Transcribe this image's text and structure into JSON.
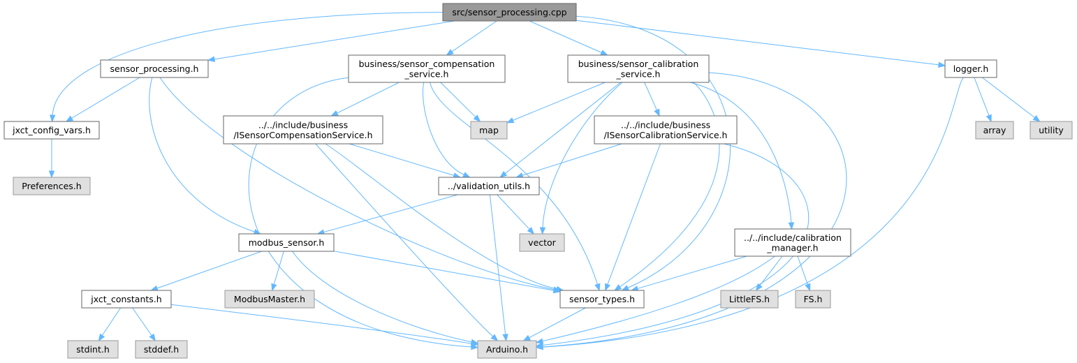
{
  "colors": {
    "root_fill": "#999999",
    "root_stroke": "#666666",
    "file_fill": "#ffffff",
    "file_stroke": "#666666",
    "system_fill": "#e0e0e0",
    "system_stroke": "#999999",
    "edge": "#63b8ff"
  },
  "nodes": [
    {
      "id": "root",
      "kind": "root",
      "lines": [
        "src/sensor_processing.cpp"
      ]
    },
    {
      "id": "sensor_processing_h",
      "kind": "file",
      "lines": [
        "sensor_processing.h"
      ]
    },
    {
      "id": "comp_service",
      "kind": "file",
      "lines": [
        "business/sensor_compensation",
        "_service.h"
      ]
    },
    {
      "id": "calib_service",
      "kind": "file",
      "lines": [
        "business/sensor_calibration",
        "_service.h"
      ]
    },
    {
      "id": "logger",
      "kind": "file",
      "lines": [
        "logger.h"
      ]
    },
    {
      "id": "config_vars",
      "kind": "file",
      "lines": [
        "jxct_config_vars.h"
      ]
    },
    {
      "id": "preferences",
      "kind": "system",
      "lines": [
        "Preferences.h"
      ]
    },
    {
      "id": "i_comp",
      "kind": "file",
      "lines": [
        "../../include/business",
        "/ISensorCompensationService.h"
      ]
    },
    {
      "id": "map",
      "kind": "system",
      "lines": [
        "map"
      ]
    },
    {
      "id": "i_calib",
      "kind": "file",
      "lines": [
        "../../include/business",
        "/ISensorCalibrationService.h"
      ]
    },
    {
      "id": "array",
      "kind": "system",
      "lines": [
        "array"
      ]
    },
    {
      "id": "utility",
      "kind": "system",
      "lines": [
        "utility"
      ]
    },
    {
      "id": "validation",
      "kind": "file",
      "lines": [
        "../validation_utils.h"
      ]
    },
    {
      "id": "modbus_sensor",
      "kind": "file",
      "lines": [
        "modbus_sensor.h"
      ]
    },
    {
      "id": "vector",
      "kind": "system",
      "lines": [
        "vector"
      ]
    },
    {
      "id": "calib_manager",
      "kind": "file",
      "lines": [
        "../../include/calibration",
        "_manager.h"
      ]
    },
    {
      "id": "constants",
      "kind": "file",
      "lines": [
        "jxct_constants.h"
      ]
    },
    {
      "id": "modbusmaster",
      "kind": "system",
      "lines": [
        "ModbusMaster.h"
      ]
    },
    {
      "id": "sensor_types",
      "kind": "file",
      "lines": [
        "sensor_types.h"
      ]
    },
    {
      "id": "littlefs",
      "kind": "system",
      "lines": [
        "LittleFS.h"
      ]
    },
    {
      "id": "fs",
      "kind": "system",
      "lines": [
        "FS.h"
      ]
    },
    {
      "id": "stdint",
      "kind": "system",
      "lines": [
        "stdint.h"
      ]
    },
    {
      "id": "stddef",
      "kind": "system",
      "lines": [
        "stddef.h"
      ]
    },
    {
      "id": "arduino",
      "kind": "system",
      "lines": [
        "Arduino.h"
      ]
    }
  ],
  "edges": [
    [
      "root",
      "sensor_processing_h"
    ],
    [
      "root",
      "comp_service"
    ],
    [
      "root",
      "calib_service"
    ],
    [
      "root",
      "logger"
    ],
    [
      "root",
      "config_vars"
    ],
    [
      "root",
      "sensor_types"
    ],
    [
      "sensor_processing_h",
      "config_vars"
    ],
    [
      "sensor_processing_h",
      "modbus_sensor"
    ],
    [
      "sensor_processing_h",
      "sensor_types"
    ],
    [
      "config_vars",
      "preferences"
    ],
    [
      "comp_service",
      "i_comp"
    ],
    [
      "comp_service",
      "map"
    ],
    [
      "comp_service",
      "validation"
    ],
    [
      "comp_service",
      "sensor_types"
    ],
    [
      "comp_service",
      "arduino"
    ],
    [
      "calib_service",
      "map"
    ],
    [
      "calib_service",
      "i_calib"
    ],
    [
      "calib_service",
      "validation"
    ],
    [
      "calib_service",
      "vector"
    ],
    [
      "calib_service",
      "calib_manager"
    ],
    [
      "calib_service",
      "sensor_types"
    ],
    [
      "calib_service",
      "arduino"
    ],
    [
      "logger",
      "array"
    ],
    [
      "logger",
      "utility"
    ],
    [
      "logger",
      "arduino"
    ],
    [
      "i_comp",
      "validation"
    ],
    [
      "i_comp",
      "sensor_types"
    ],
    [
      "i_comp",
      "arduino"
    ],
    [
      "i_calib",
      "validation"
    ],
    [
      "i_calib",
      "sensor_types"
    ],
    [
      "i_calib",
      "arduino"
    ],
    [
      "validation",
      "modbus_sensor"
    ],
    [
      "validation",
      "vector"
    ],
    [
      "validation",
      "arduino"
    ],
    [
      "modbus_sensor",
      "constants"
    ],
    [
      "modbus_sensor",
      "modbusmaster"
    ],
    [
      "modbus_sensor",
      "sensor_types"
    ],
    [
      "modbus_sensor",
      "arduino"
    ],
    [
      "calib_manager",
      "sensor_types"
    ],
    [
      "calib_manager",
      "littlefs"
    ],
    [
      "calib_manager",
      "fs"
    ],
    [
      "calib_manager",
      "arduino"
    ],
    [
      "constants",
      "stdint"
    ],
    [
      "constants",
      "stddef"
    ],
    [
      "constants",
      "arduino"
    ],
    [
      "sensor_types",
      "arduino"
    ]
  ]
}
